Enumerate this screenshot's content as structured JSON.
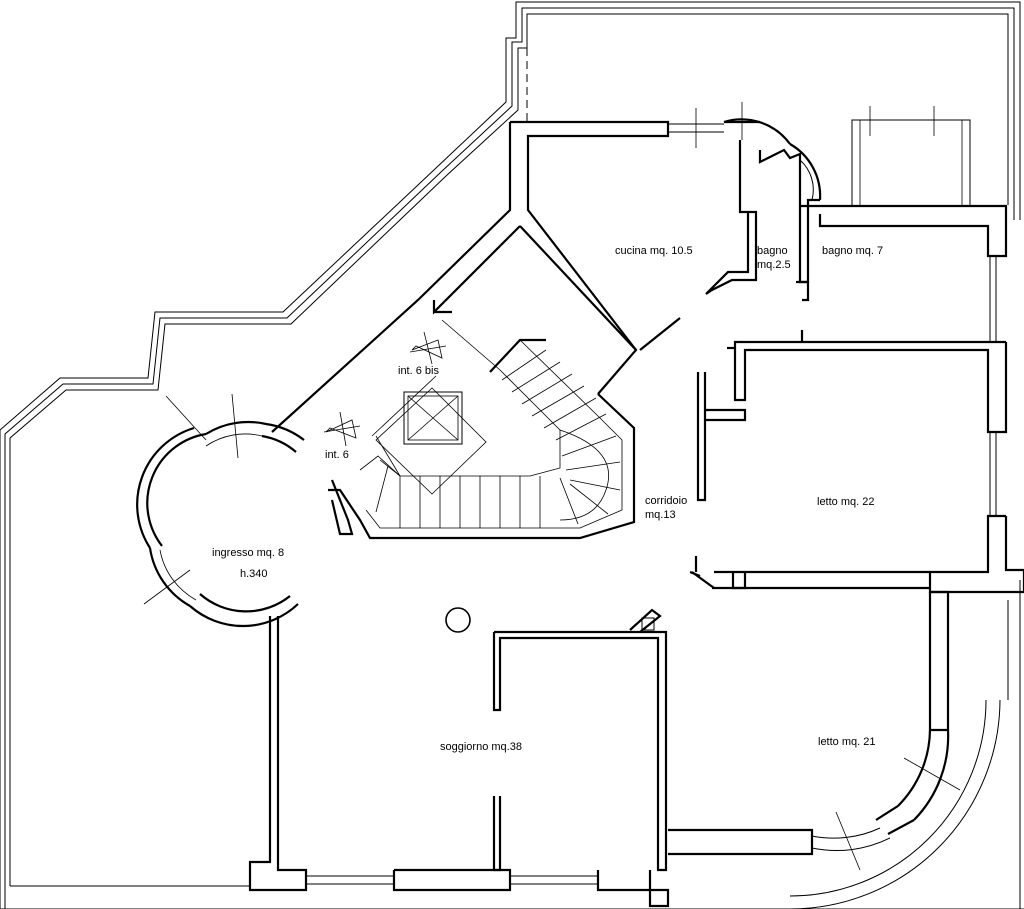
{
  "rooms": {
    "cucina": "cucina mq. 10.5",
    "bagno_small_1": "bagno",
    "bagno_small_2": "mq.2.5",
    "bagno_7": "bagno mq. 7",
    "int6bis": "int. 6 bis",
    "int6": "int. 6",
    "corridoio_1": "corridoio",
    "corridoio_2": "mq.13",
    "letto22": "letto mq. 22",
    "ingresso": "ingresso mq. 8",
    "altezza": "h.340",
    "soggiorno": "soggiorno mq.38",
    "letto21": "letto mq. 21"
  }
}
